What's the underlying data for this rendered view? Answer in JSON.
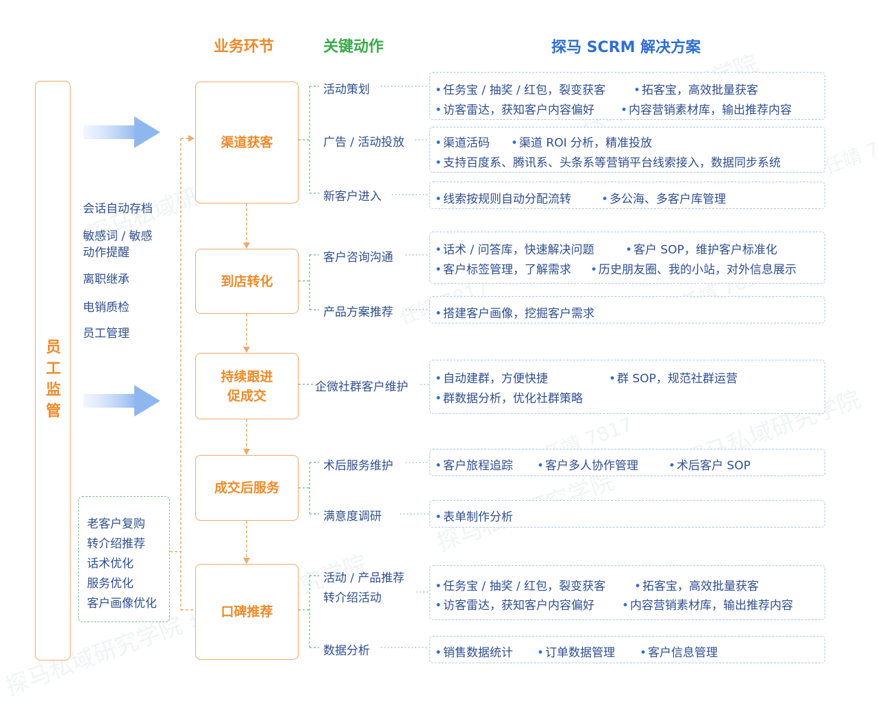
{
  "headers": {
    "stage": "业务环节",
    "action": "关键动作",
    "solution": "探马 SCRM 解决方案"
  },
  "staff": {
    "chars": [
      "员",
      "工",
      "监",
      "管"
    ],
    "items": [
      "会话自动存档",
      "敏感词 / 敏感",
      "动作提醒",
      "离职继承",
      "电销质检",
      "员工管理"
    ]
  },
  "feedback": {
    "items": [
      "老客户复购",
      "转介绍推荐",
      "话术优化",
      "服务优化",
      "客户画像优化"
    ]
  },
  "stages": [
    {
      "lines": [
        "渠道获客"
      ]
    },
    {
      "lines": [
        "到店转化"
      ]
    },
    {
      "lines": [
        "持续跟进",
        "促成交"
      ]
    },
    {
      "lines": [
        "成交后服务"
      ]
    },
    {
      "lines": [
        "口碑推荐"
      ]
    }
  ],
  "actions": [
    "活动策划",
    "广告 / 活动投放",
    "新客户进入",
    "客户咨询沟通",
    "产品方案推荐",
    "企微社群客户维护",
    "术后服务维护",
    "满意度调研",
    "活动 / 产品推荐",
    "转介绍活动",
    "数据分析"
  ],
  "solutions": [
    [
      "任务宝 / 抽奖 / 红包，裂变获客",
      "拓客宝，高效批量获客",
      "访客雷达，获知客户内容偏好",
      "内容营销素材库，输出推荐内容"
    ],
    [
      "渠道活码",
      "渠道 ROI 分析，精准投放",
      "支持百度系、腾讯系、头条系等营销平台线索接入，数据同步系统"
    ],
    [
      "线索按规则自动分配流转",
      "多公海、多客户库管理"
    ],
    [
      "话术 / 问答库，快速解决问题",
      "客户 SOP，维护客户标准化",
      "客户标签管理，了解需求",
      "历史朋友圈、我的小站，对外信息展示"
    ],
    [
      "搭建客户画像，挖掘客户需求"
    ],
    [
      "自动建群，方便快捷",
      "群 SOP，规范社群运营",
      "群数据分析，优化社群策略"
    ],
    [
      "客户旅程追踪",
      "客户多人协作管理",
      "术后客户 SOP"
    ],
    [
      "表单制作分析"
    ],
    [
      "任务宝 / 抽奖 / 红包，裂变获客",
      "拓客宝，高效批量获客",
      "访客雷达，获知客户内容偏好",
      "内容营销素材库，输出推荐内容"
    ],
    [
      "销售数据统计",
      "订单数据管理",
      "客户信息管理"
    ]
  ],
  "watermarks": [
    "探马私域研究学院",
    "任靖 7817"
  ],
  "colors": {
    "orange": "#ee8a2a",
    "green": "#3aa94a",
    "blue": "#2f6fd0",
    "text": "#2f4f8f"
  }
}
